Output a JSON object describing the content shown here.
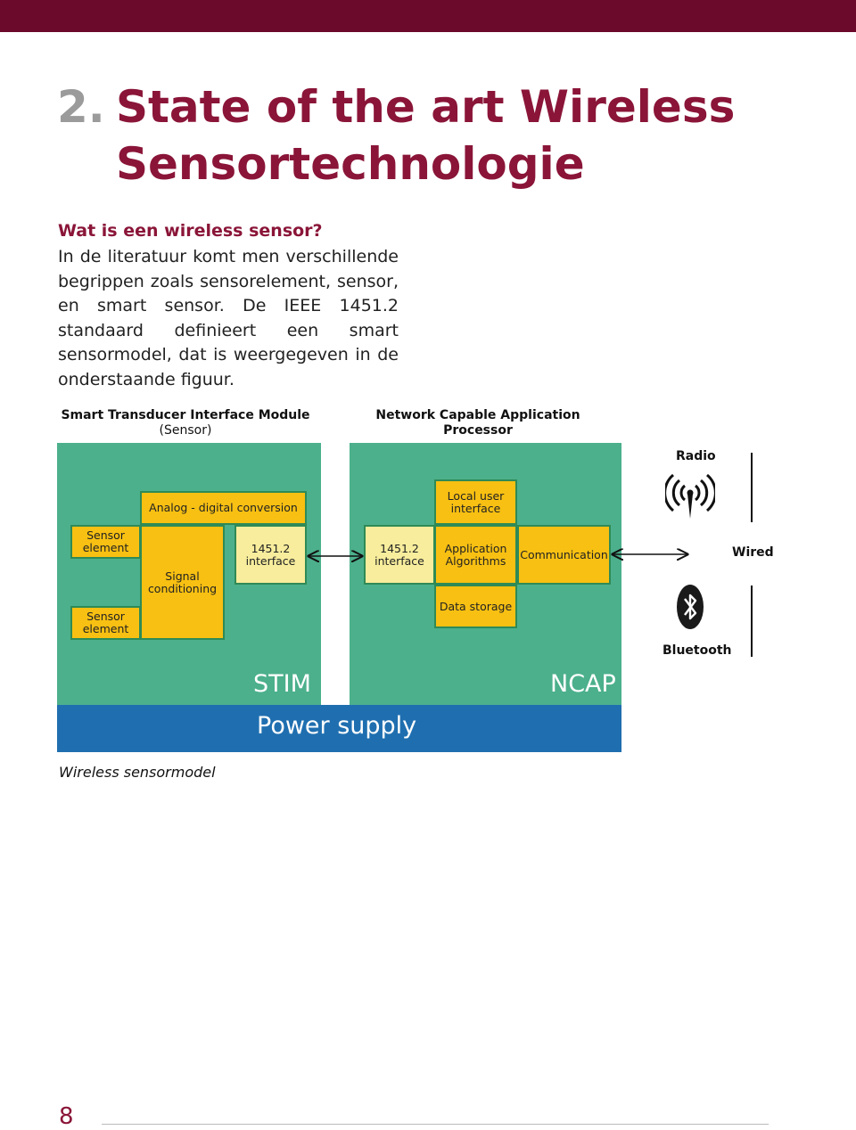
{
  "header": {
    "section_number": "2.",
    "title": "State of the art Wireless Sensortechnologie"
  },
  "intro": {
    "subheading": "Wat is een wireless sensor?",
    "paragraph": "In de literatuur komt men verschillende begrippen zoals sensorelement, sensor, en smart sensor. De IEEE 1451.2 standaard definieert een smart sensormodel, dat is weergegeven in de onderstaande figuur."
  },
  "diagram": {
    "stim_heading": "Smart Transducer Interface Module",
    "stim_subheading": "(Sensor)",
    "ncap_heading": "Network Capable Application Processor",
    "adc": "Analog - digital conversion",
    "sensor_element_1": "Sensor element",
    "sensor_element_2": "Sensor element",
    "signal_conditioning": "Signal conditioning",
    "stim_interface": "1451.2 interface",
    "ncap_interface": "1451.2 interface",
    "local_user_interface": "Local user interface",
    "application_algorithms": "Application Algorithms",
    "communication": "Communication",
    "data_storage": "Data storage",
    "stim_label": "STIM",
    "ncap_label": "NCAP",
    "power_supply": "Power supply",
    "radio": "Radio",
    "wired": "Wired",
    "bluetooth": "Bluetooth",
    "icons": [
      "wireless-signal-icon",
      "bluetooth-icon"
    ],
    "colors": {
      "module_green": "#4cb08c",
      "block_yellow": "#f8c012",
      "interface_yellow": "#f7ed9c",
      "power_blue": "#1f6fb0"
    }
  },
  "caption": "Wireless sensormodel",
  "footer": {
    "page_number": "8"
  },
  "colors": {
    "top_bar": "#6b0a2a",
    "heading": "#8a1538",
    "number_gray": "#9b9b9b"
  }
}
